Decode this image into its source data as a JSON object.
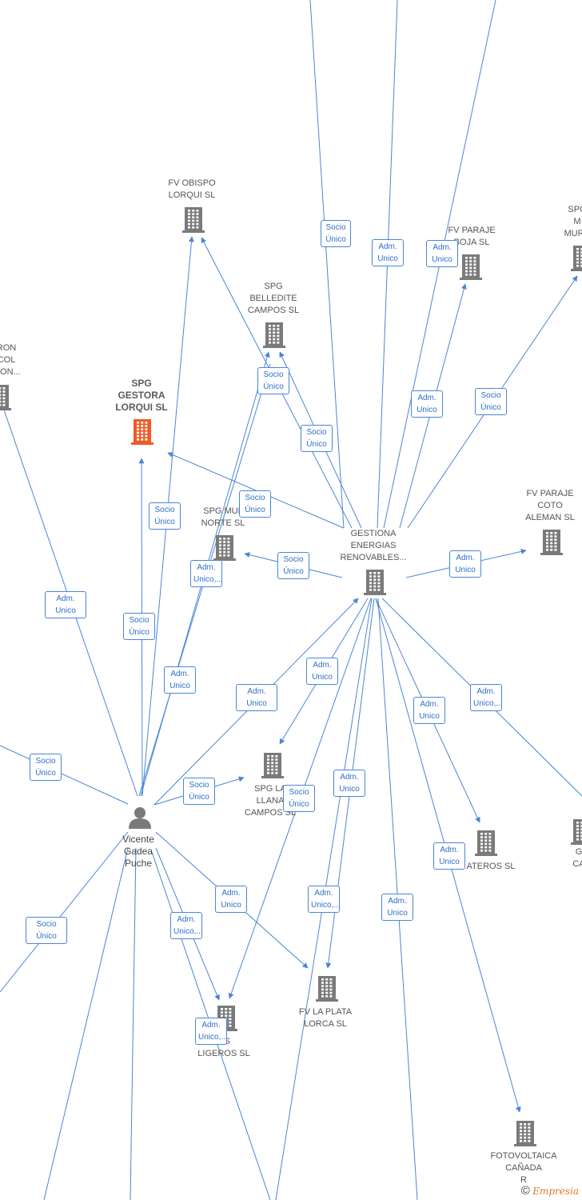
{
  "colors": {
    "edge": "#4a86d4",
    "building": "#7a7a7a",
    "focus_building": "#f05a24",
    "person": "#7a7a7a"
  },
  "nodes": [
    {
      "id": "fv-obispo",
      "kind": "company",
      "label": "FV OBISPO\nLORQUI  SL"
    },
    {
      "id": "spg-belledite",
      "kind": "company",
      "label": "SPG\nBELLEDITE\nCAMPOS  SL"
    },
    {
      "id": "fv-paraje-boja",
      "kind": "company",
      "label": "FV PARAJE\nBOJA  SL"
    },
    {
      "id": "spg-murc",
      "kind": "company",
      "label": "SPG\nM\nMURC"
    },
    {
      "id": "ron-col",
      "kind": "company",
      "label": "RON\nCOL\nTION..."
    },
    {
      "id": "spg-gestora",
      "kind": "company",
      "focus": true,
      "label": "SPG\nGESTORA\nLORQUI  SL"
    },
    {
      "id": "spg-mula-norte",
      "kind": "company",
      "label": "SPG MUL\nNORTE  SL"
    },
    {
      "id": "gestiona",
      "kind": "company",
      "label": "GESTIONA\nENERGIAS\nRENOVABLES..."
    },
    {
      "id": "fv-paraje-coto",
      "kind": "company",
      "label": "FV PARAJE\nCOTO\nALEMAN  SL"
    },
    {
      "id": "spg-llana",
      "kind": "company",
      "label": "SPG LA\nLLANA\nCAMPOS  SL"
    },
    {
      "id": "ateros",
      "kind": "company",
      "label": "ATEROS  SL"
    },
    {
      "id": "g-ca",
      "kind": "company",
      "label": "G\nCA"
    },
    {
      "id": "vicente",
      "kind": "person",
      "label": "Vicente\nGadea\nPuche"
    },
    {
      "id": "fv-plata",
      "kind": "company",
      "label": "FV LA PLATA\nLORCA  SL"
    },
    {
      "id": "ligeros",
      "kind": "company",
      "label": "OS\nLIGEROS  SL"
    },
    {
      "id": "fotovoltaica",
      "kind": "company",
      "label": "FOTOVOLTAICA\nCAÑADA\nR"
    }
  ],
  "edge_labels": [
    "Socio\nÚnico",
    "Adm.\nUnico",
    "Adm.\nUnico",
    "Socio\nÚnico",
    "Adm.\nUnico",
    "Socio\nÚnico",
    "Socio\nÚnico",
    "Socio\nÚnico",
    "Adm.\nUnico",
    "Socio\nÚnico",
    "Adm.\nUnico",
    "Adm.\nUnico,...",
    "Adm.\nUnico",
    "Adm.\nUnico",
    "Socio\nÚnico",
    "Adm.\nUnico,...",
    "Adm.\nUnico",
    "Adm.\nUnico",
    "Adm.\nUnico",
    "Socio\nÚnico",
    "Socio\nÚnico",
    "Socio\nÚnico",
    "Adm.\nUnico,...",
    "Adm.\nUnico",
    "Adm.\nUnico",
    "Socio\nÚnico",
    "Socio\nÚnico",
    "Adm.\nUnico",
    "Adm.\nUnico,...",
    "Adm.\nUnico,..."
  ],
  "watermark": {
    "copyright": "©",
    "brand": "Empresia"
  }
}
